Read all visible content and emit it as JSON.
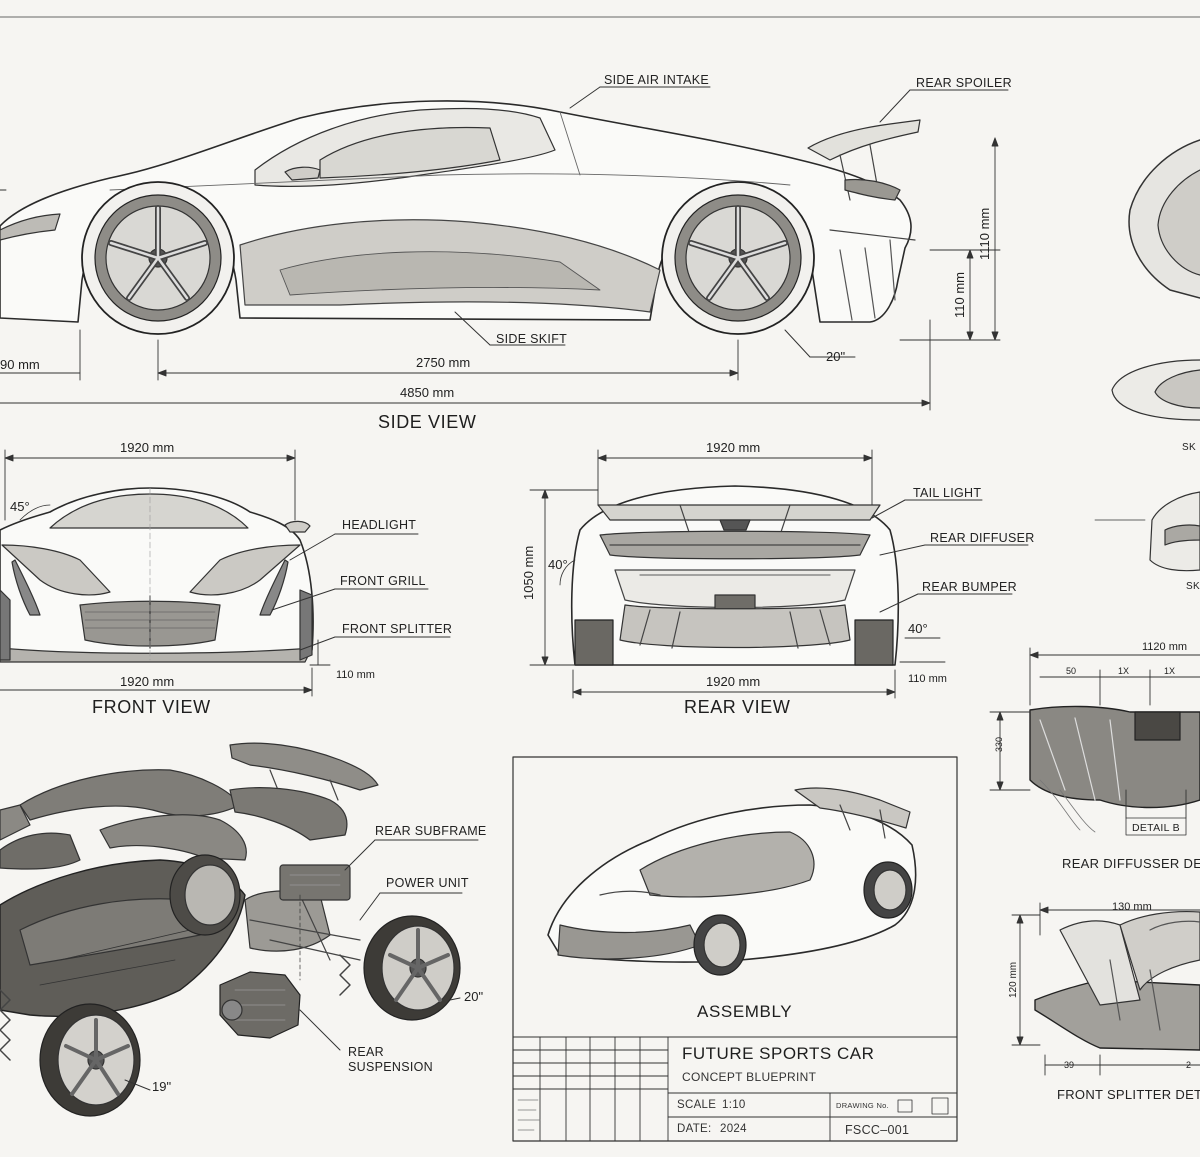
{
  "views": {
    "side": "SIDE VIEW",
    "front": "FRONT VIEW",
    "rear": "REAR VIEW",
    "assembly": "ASSEMBLY",
    "rear_diffuser_detail": "REAR DIFFUSSER DE",
    "front_splitter_detail": "FRONT SPLITTER DET"
  },
  "labels": {
    "side_air_intake": "SIDE AIR INTAKE",
    "rear_spoiler": "REAR SPOILER",
    "side_skirt": "SIDE SKIFT",
    "headlight": "HEADLIGHT",
    "front_grill": "FRONT GRILL",
    "front_splitter": "FRONT SPLITTER",
    "tail_light": "TAIL LIGHT",
    "rear_diffuser": "REAR DIFFUSER",
    "rear_bumper": "REAR BUMPER",
    "rear_subframe": "REAR SUBFRAME",
    "power_unit": "POWER UNIT",
    "rear_suspension_1": "REAR",
    "rear_suspension_2": "SUSPENSION",
    "detail_b": "DETAIL B",
    "sk1": "SK",
    "sk2": "SK"
  },
  "dimensions": {
    "side_partial": "90 mm",
    "wheelbase": "2750 mm",
    "length": "4850 mm",
    "height": "1110 mm",
    "ground_clearance": "110 mm",
    "rear_wheel": "20\"",
    "front_width_top": "1920 mm",
    "front_width_bottom": "1920 mm",
    "front_angle": "45°",
    "front_splitter_height": "110 mm",
    "rear_width_top": "1920 mm",
    "rear_width_bottom": "1920 mm",
    "rear_height": "1050 mm",
    "rear_angle_left": "40°",
    "rear_angle_right": "40°",
    "rear_bumper_height": "110 mm",
    "diffuser_width": "1120 mm",
    "diffuser_sub1": "50",
    "diffuser_sub2": "1X",
    "diffuser_sub3": "1X",
    "diffuser_height": "330",
    "splitter_width": "130 mm",
    "splitter_height": "120 mm",
    "splitter_sub1": "39",
    "splitter_sub2": "2",
    "exploded_wheel_rear": "20\"",
    "exploded_wheel_front": "19\""
  },
  "title_block": {
    "project": "FUTURE SPORTS CAR",
    "subtitle": "CONCEPT BLUEPRINT",
    "scale_label": "SCALE",
    "scale_value": "1:10",
    "date_label": "DATE:",
    "date_value": "2024",
    "drawing_no_label": "DRAWING No.",
    "drawing_no": "FSCC–001"
  }
}
